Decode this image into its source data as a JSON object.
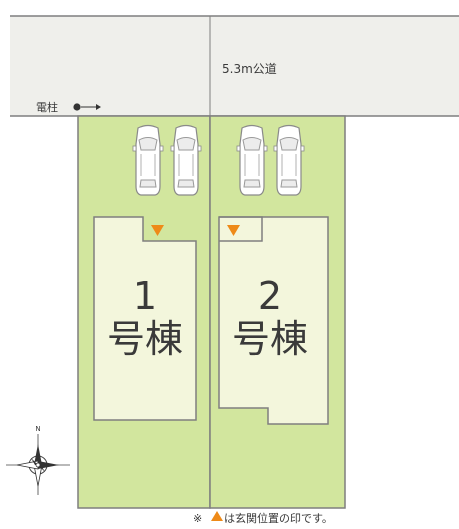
{
  "road": {
    "label": "5.3m公道"
  },
  "utility_pole": {
    "label": "電柱"
  },
  "units": [
    {
      "number": "1",
      "name": "号棟"
    },
    {
      "number": "2",
      "name": "号棟"
    }
  ],
  "compass": {
    "north": "N"
  },
  "note": {
    "prefix": "※",
    "text": "は玄関位置の印です。"
  },
  "colors": {
    "road": "#efefeb",
    "lot": "#d2e69e",
    "building": "#f3f6dc",
    "entrance_marker": "#ee8a18",
    "outline": "#7f7f7f",
    "car": "#ffffff"
  },
  "icons": [
    "car-icon",
    "compass-rose-icon",
    "entrance-triangle-icon",
    "utility-pole-icon"
  ]
}
